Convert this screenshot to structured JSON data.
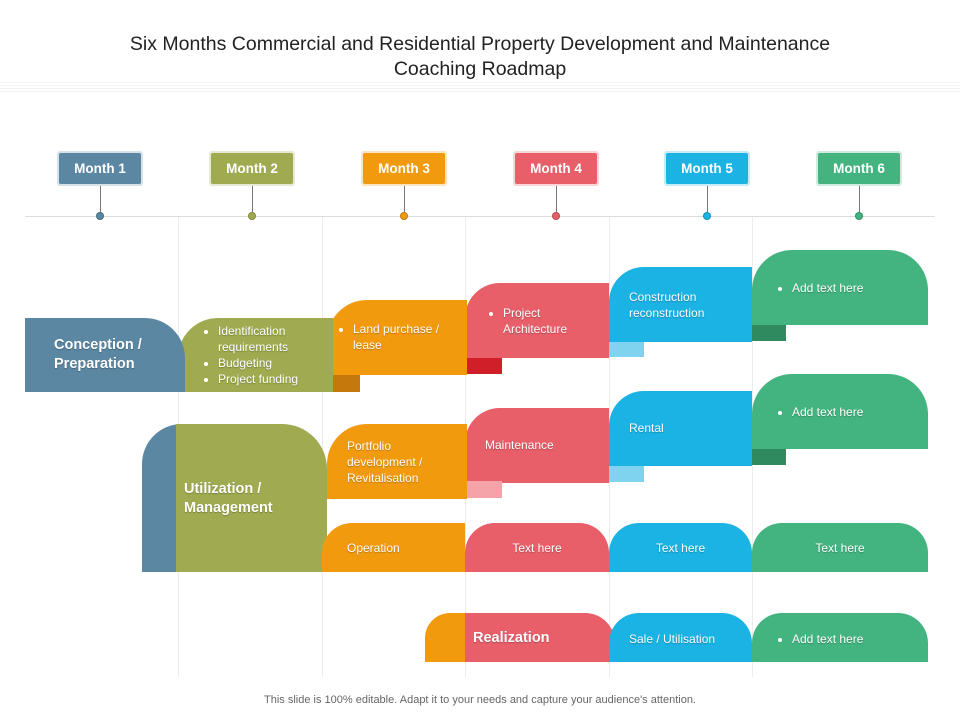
{
  "title_line1": "Six Months Commercial and Residential Property Development and Maintenance",
  "title_line2": "Coaching Roadmap",
  "months": [
    "Month 1",
    "Month 2",
    "Month 3",
    "Month 4",
    "Month 5",
    "Month 6"
  ],
  "colors": {
    "steel_blue": "#5b87a3",
    "olive": "#a0aa50",
    "orange": "#f29a0e",
    "coral": "#e85f6a",
    "sky": "#1ab3e3",
    "green": "#43b47f"
  },
  "phases": {
    "conception": "Conception / Preparation",
    "utilization": "Utilization / Management",
    "realization": "Realization"
  },
  "row1": {
    "month2_items": [
      "Identification requirements",
      "Budgeting",
      "Project funding"
    ],
    "month3_items": [
      "Land purchase / lease"
    ],
    "month4_items": [
      "Project Architecture"
    ],
    "month5_text": "Construction reconstruction",
    "month6_items": [
      "Add text here"
    ]
  },
  "row2": {
    "month3_text": "Portfolio development / Revitalisation",
    "month4_text": "Maintenance",
    "month5_text": "Rental",
    "month6_items": [
      "Add text here"
    ]
  },
  "row3": {
    "month3_text": "Operation",
    "month4_text": "Text here",
    "month5_text": "Text here",
    "month6_text": "Text here"
  },
  "row4": {
    "month5_text": "Sale / Utilisation",
    "month6_items": [
      "Add text here"
    ]
  },
  "footer": "This slide is 100% editable. Adapt it to your needs and capture your audience's attention."
}
